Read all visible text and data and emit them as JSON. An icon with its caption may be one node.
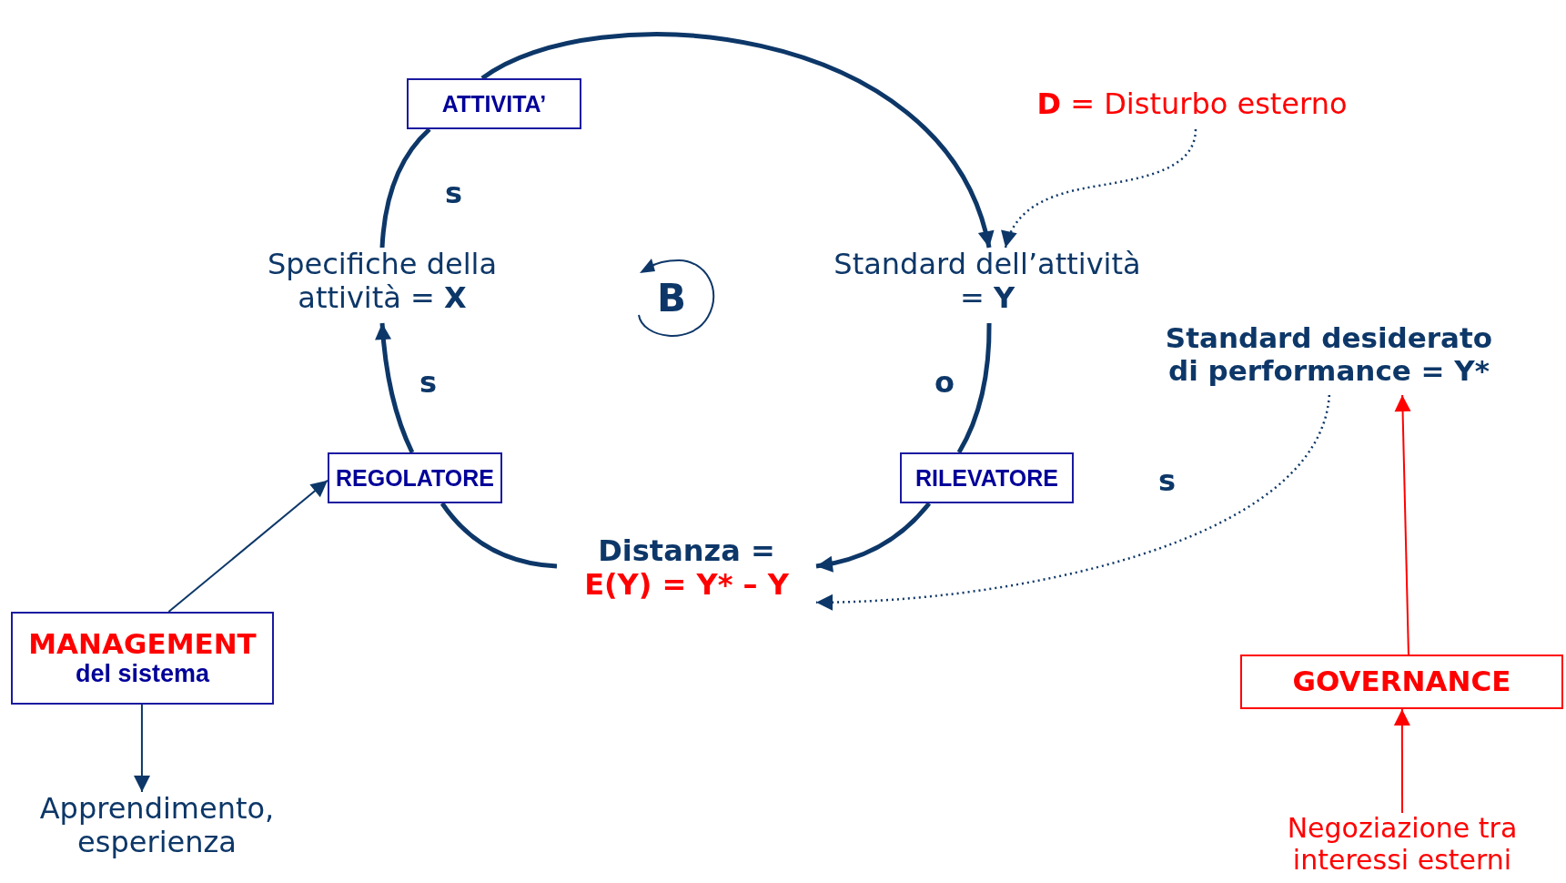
{
  "diagram": {
    "nodes": [
      {
        "text": [
          "ATTIVITA’"
        ]
      },
      {
        "text": [
          "Specifiche della attività = **X**"
        ]
      },
      {
        "text": [
          "Standard dell’attività = **Y**"
        ]
      },
      {
        "text": [
          "**D** = Disturbo esterno"
        ]
      },
      {
        "text": [
          "Standard desiderato di performance = Y*"
        ]
      },
      {
        "text": [
          "REGOLATORE"
        ]
      },
      {
        "text": [
          "RILEVATORE"
        ]
      },
      {
        "text": [
          "Distanza =",
          "E(Y) = Y* – Y"
        ]
      },
      {
        "text": [
          "MANAGEMENT",
          "del sistema"
        ]
      },
      {
        "text": [
          "Apprendimento, esperienza"
        ]
      },
      {
        "text": [
          "GOVERNANCE"
        ]
      },
      {
        "text": [
          "Negoziazione tra interessi esterni"
        ]
      }
    ],
    "edges": [
      {
        "from": 1,
        "to": 0,
        "arrow": "none",
        "label": "s"
      },
      {
        "from": 0,
        "to": 2,
        "arrow": "to"
      },
      {
        "from": 2,
        "to": 6,
        "arrow": "none",
        "label": "o"
      },
      {
        "from": 6,
        "to": 7,
        "arrow": "to"
      },
      {
        "from": 7,
        "to": 5,
        "arrow": "none"
      },
      {
        "from": 5,
        "to": 1,
        "arrow": "to",
        "label": "s"
      },
      {
        "from": 3,
        "to": 2,
        "arrow": "to",
        "style": "dashed"
      },
      {
        "from": 4,
        "to": 7,
        "arrow": "to",
        "label": "s",
        "style": "dashed"
      },
      {
        "from": 8,
        "to": 5,
        "arrow": "to"
      },
      {
        "from": 8,
        "to": 9,
        "arrow": "to"
      },
      {
        "from": 11,
        "to": 10,
        "arrow": "to",
        "color": "#ff0000"
      },
      {
        "from": 10,
        "to": 4,
        "arrow": "to",
        "color": "#ff0000"
      }
    ],
    "labels": [
      "B"
    ]
  }
}
